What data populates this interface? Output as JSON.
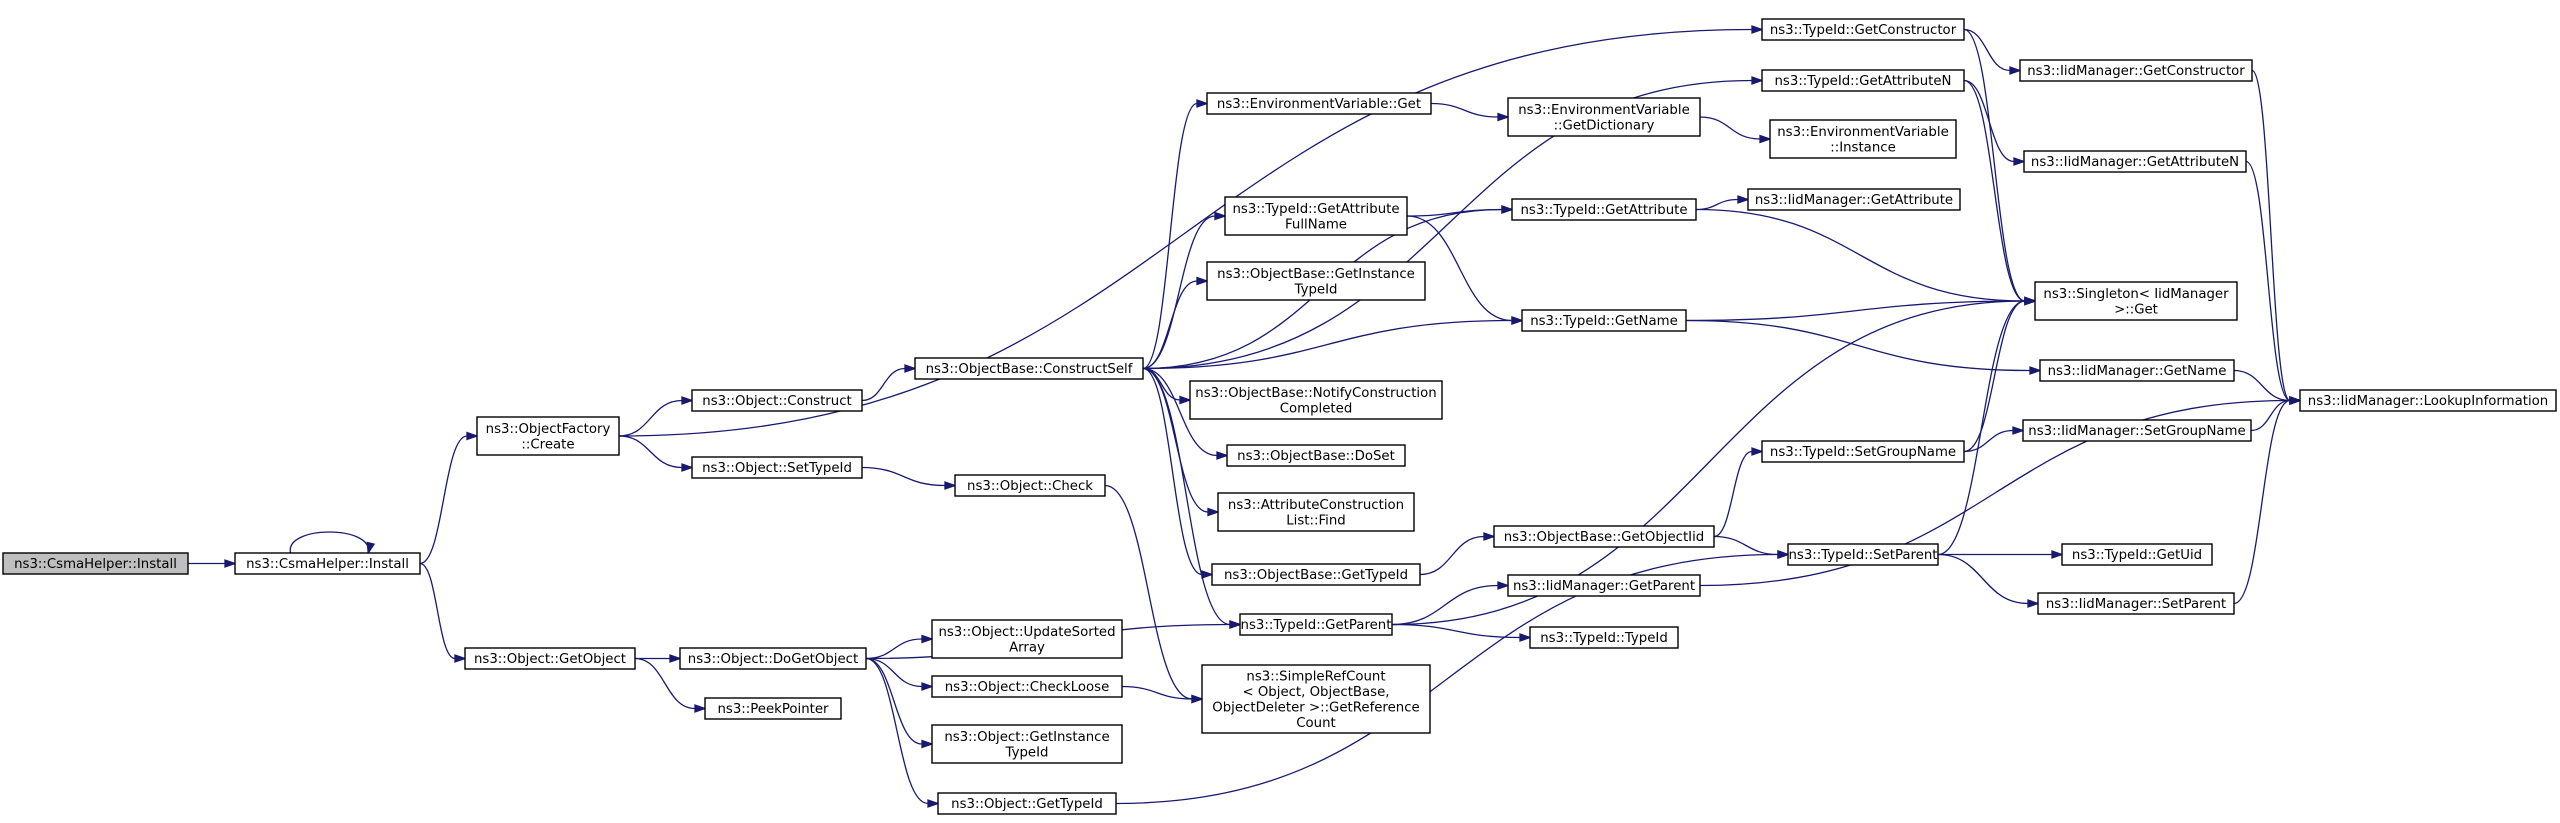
{
  "diagram": {
    "title": "ns3::CsmaHelper::Install call graph",
    "nodes": [
      {
        "id": "root",
        "lines": [
          "ns3::CsmaHelper::Install"
        ],
        "root": true
      },
      {
        "id": "install",
        "lines": [
          "ns3::CsmaHelper::Install"
        ]
      },
      {
        "id": "factory_create",
        "lines": [
          "ns3::ObjectFactory",
          "::Create"
        ]
      },
      {
        "id": "getobject",
        "lines": [
          "ns3::Object::GetObject"
        ]
      },
      {
        "id": "construct",
        "lines": [
          "ns3::Object::Construct"
        ]
      },
      {
        "id": "settypeid",
        "lines": [
          "ns3::Object::SetTypeId"
        ]
      },
      {
        "id": "dogetobject",
        "lines": [
          "ns3::Object::DoGetObject"
        ]
      },
      {
        "id": "peekpointer",
        "lines": [
          "ns3::PeekPointer"
        ]
      },
      {
        "id": "constructself",
        "lines": [
          "ns3::ObjectBase::ConstructSelf"
        ]
      },
      {
        "id": "check",
        "lines": [
          "ns3::Object::Check"
        ]
      },
      {
        "id": "updatesorted",
        "lines": [
          "ns3::Object::UpdateSorted",
          "Array"
        ]
      },
      {
        "id": "checkloose",
        "lines": [
          "ns3::Object::CheckLoose"
        ]
      },
      {
        "id": "obj_getinstancetypeid",
        "lines": [
          "ns3::Object::GetInstance",
          "TypeId"
        ]
      },
      {
        "id": "obj_gettypeid",
        "lines": [
          "ns3::Object::GetTypeId"
        ]
      },
      {
        "id": "envvar_get",
        "lines": [
          "ns3::EnvironmentVariable::Get"
        ]
      },
      {
        "id": "attr_fullname",
        "lines": [
          "ns3::TypeId::GetAttribute",
          "FullName"
        ]
      },
      {
        "id": "ob_getinstancetypeid",
        "lines": [
          "ns3::ObjectBase::GetInstance",
          "TypeId"
        ]
      },
      {
        "id": "notifyconstruction",
        "lines": [
          "ns3::ObjectBase::NotifyConstruction",
          "Completed"
        ]
      },
      {
        "id": "doset",
        "lines": [
          "ns3::ObjectBase::DoSet"
        ]
      },
      {
        "id": "attrlist_find",
        "lines": [
          "ns3::AttributeConstruction",
          "List::Find"
        ]
      },
      {
        "id": "ob_gettypeid",
        "lines": [
          "ns3::ObjectBase::GetTypeId"
        ]
      },
      {
        "id": "tid_getparent",
        "lines": [
          "ns3::TypeId::GetParent"
        ]
      },
      {
        "id": "simplerefcount",
        "lines": [
          "ns3::SimpleRefCount",
          "< Object, ObjectBase,",
          "ObjectDeleter >::GetReference",
          "Count"
        ]
      },
      {
        "id": "envvar_getdict",
        "lines": [
          "ns3::EnvironmentVariable",
          "::GetDictionary"
        ]
      },
      {
        "id": "tid_getattribute",
        "lines": [
          "ns3::TypeId::GetAttribute"
        ]
      },
      {
        "id": "tid_getname",
        "lines": [
          "ns3::TypeId::GetName"
        ]
      },
      {
        "id": "ob_getobjectiid",
        "lines": [
          "ns3::ObjectBase::GetObjectIid"
        ]
      },
      {
        "id": "iid_getparent",
        "lines": [
          "ns3::IidManager::GetParent"
        ]
      },
      {
        "id": "tid_typeid",
        "lines": [
          "ns3::TypeId::TypeId"
        ]
      },
      {
        "id": "tid_getconstructor",
        "lines": [
          "ns3::TypeId::GetConstructor"
        ]
      },
      {
        "id": "tid_getattributen",
        "lines": [
          "ns3::TypeId::GetAttributeN"
        ]
      },
      {
        "id": "envvar_instance",
        "lines": [
          "ns3::EnvironmentVariable",
          "::Instance"
        ]
      },
      {
        "id": "iid_getattribute",
        "lines": [
          "ns3::IidManager::GetAttribute"
        ]
      },
      {
        "id": "tid_setgroupname",
        "lines": [
          "ns3::TypeId::SetGroupName"
        ]
      },
      {
        "id": "tid_setparent",
        "lines": [
          "ns3::TypeId::SetParent"
        ]
      },
      {
        "id": "iid_getconstructor",
        "lines": [
          "ns3::IidManager::GetConstructor"
        ]
      },
      {
        "id": "iid_getattributen",
        "lines": [
          "ns3::IidManager::GetAttributeN"
        ]
      },
      {
        "id": "singleton_get",
        "lines": [
          "ns3::Singleton< IidManager",
          ">::Get"
        ]
      },
      {
        "id": "iid_getname",
        "lines": [
          "ns3::IidManager::GetName"
        ]
      },
      {
        "id": "iid_setgroupname",
        "lines": [
          "ns3::IidManager::SetGroupName"
        ]
      },
      {
        "id": "tid_getuid",
        "lines": [
          "ns3::TypeId::GetUid"
        ]
      },
      {
        "id": "iid_setparent",
        "lines": [
          "ns3::IidManager::SetParent"
        ]
      },
      {
        "id": "iid_lookup",
        "lines": [
          "ns3::IidManager::LookupInformation"
        ]
      }
    ],
    "edges": [
      [
        "root",
        "install"
      ],
      [
        "install",
        "install"
      ],
      [
        "install",
        "factory_create"
      ],
      [
        "install",
        "getobject"
      ],
      [
        "factory_create",
        "construct"
      ],
      [
        "factory_create",
        "settypeid"
      ],
      [
        "factory_create",
        "tid_getconstructor"
      ],
      [
        "getobject",
        "dogetobject"
      ],
      [
        "getobject",
        "peekpointer"
      ],
      [
        "construct",
        "constructself"
      ],
      [
        "settypeid",
        "check"
      ],
      [
        "dogetobject",
        "updatesorted"
      ],
      [
        "dogetobject",
        "checkloose"
      ],
      [
        "dogetobject",
        "obj_getinstancetypeid"
      ],
      [
        "dogetobject",
        "obj_gettypeid"
      ],
      [
        "dogetobject",
        "tid_getparent"
      ],
      [
        "check",
        "simplerefcount"
      ],
      [
        "checkloose",
        "simplerefcount"
      ],
      [
        "obj_gettypeid",
        "tid_setparent"
      ],
      [
        "constructself",
        "envvar_get"
      ],
      [
        "constructself",
        "attr_fullname"
      ],
      [
        "constructself",
        "ob_getinstancetypeid"
      ],
      [
        "constructself",
        "notifyconstruction"
      ],
      [
        "constructself",
        "doset"
      ],
      [
        "constructself",
        "attrlist_find"
      ],
      [
        "constructself",
        "ob_gettypeid"
      ],
      [
        "constructself",
        "tid_getparent"
      ],
      [
        "constructself",
        "tid_getattribute"
      ],
      [
        "constructself",
        "tid_getname"
      ],
      [
        "constructself",
        "tid_getattributen"
      ],
      [
        "envvar_get",
        "envvar_getdict"
      ],
      [
        "envvar_getdict",
        "envvar_instance"
      ],
      [
        "attr_fullname",
        "tid_getattribute"
      ],
      [
        "attr_fullname",
        "tid_getname"
      ],
      [
        "ob_gettypeid",
        "ob_getobjectiid"
      ],
      [
        "tid_getparent",
        "iid_getparent"
      ],
      [
        "tid_getparent",
        "tid_typeid"
      ],
      [
        "tid_getparent",
        "singleton_get"
      ],
      [
        "tid_getattribute",
        "iid_getattribute"
      ],
      [
        "tid_getattribute",
        "singleton_get"
      ],
      [
        "tid_getname",
        "singleton_get"
      ],
      [
        "tid_getname",
        "iid_getname"
      ],
      [
        "ob_getobjectiid",
        "tid_setgroupname"
      ],
      [
        "ob_getobjectiid",
        "tid_setparent"
      ],
      [
        "iid_getparent",
        "iid_lookup"
      ],
      [
        "tid_getconstructor",
        "iid_getconstructor"
      ],
      [
        "tid_getconstructor",
        "singleton_get"
      ],
      [
        "tid_getattributen",
        "iid_getattributen"
      ],
      [
        "tid_getattributen",
        "singleton_get"
      ],
      [
        "tid_setgroupname",
        "iid_setgroupname"
      ],
      [
        "tid_setgroupname",
        "singleton_get"
      ],
      [
        "tid_setparent",
        "tid_getuid"
      ],
      [
        "tid_setparent",
        "iid_setparent"
      ],
      [
        "tid_setparent",
        "singleton_get"
      ],
      [
        "iid_getconstructor",
        "iid_lookup"
      ],
      [
        "iid_getattributen",
        "iid_lookup"
      ],
      [
        "iid_getname",
        "iid_lookup"
      ],
      [
        "iid_setgroupname",
        "iid_lookup"
      ],
      [
        "iid_setparent",
        "iid_lookup"
      ]
    ]
  }
}
